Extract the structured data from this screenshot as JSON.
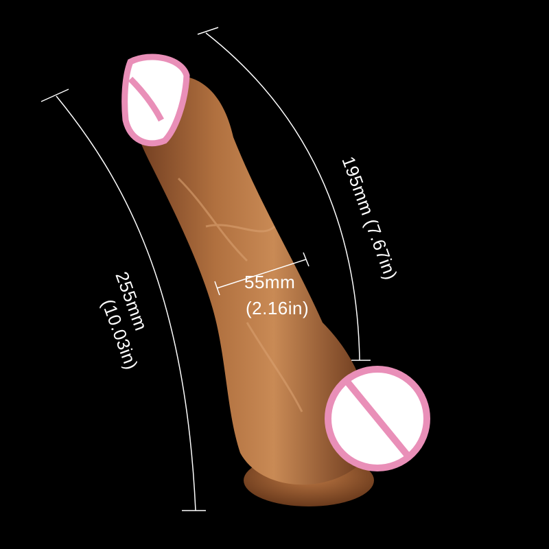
{
  "image": {
    "background_color": "#000000",
    "product_color": "#a8653a",
    "censor_color": "#e98fb8",
    "censor_fill": "#ffffff"
  },
  "dimensions": {
    "total_length": {
      "line1": "255mm",
      "line2": "(10.03in)"
    },
    "insertable_length": {
      "line1": "195mm (7.67in)"
    },
    "diameter": {
      "line1": "55mm",
      "line2": "(2.16in)"
    }
  }
}
